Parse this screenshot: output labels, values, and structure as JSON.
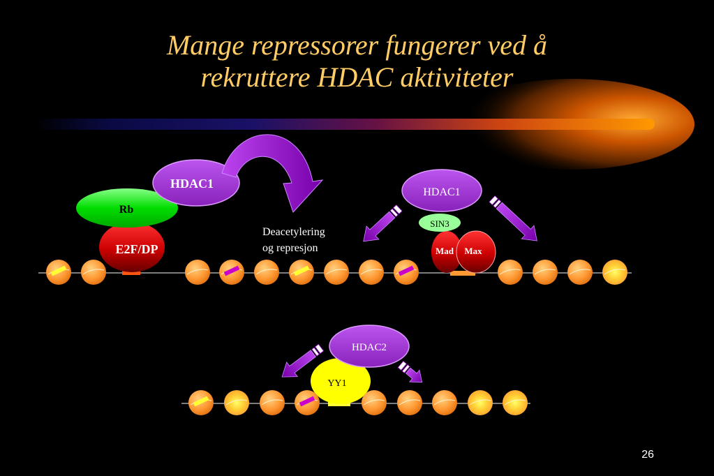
{
  "slide": {
    "title_line1": "Mange repressorer fungerer ved å",
    "title_line2": "rekruttere HDAC aktiviteter",
    "page_number": "26"
  },
  "diagram": {
    "left_complex": {
      "hdac": "HDAC1",
      "rb": "Rb",
      "e2f": "E2F/DP"
    },
    "annotation_line1": "Deacetylering",
    "annotation_line2": "og represjon",
    "right_complex": {
      "hdac": "HDAC1",
      "sin3": "SIN3",
      "mad": "Mad",
      "max": "Max"
    },
    "bottom_complex": {
      "hdac": "HDAC2",
      "yy1": "YY1"
    }
  },
  "colors": {
    "title": "#FFCC66",
    "hdac": "#9933CC",
    "rb": "#00CC00",
    "e2f": "#CC0000",
    "sin3": "#99FF99",
    "yy1": "#FFFF00",
    "nucleosome": "#FF9933",
    "arrow": "#9900CC"
  }
}
